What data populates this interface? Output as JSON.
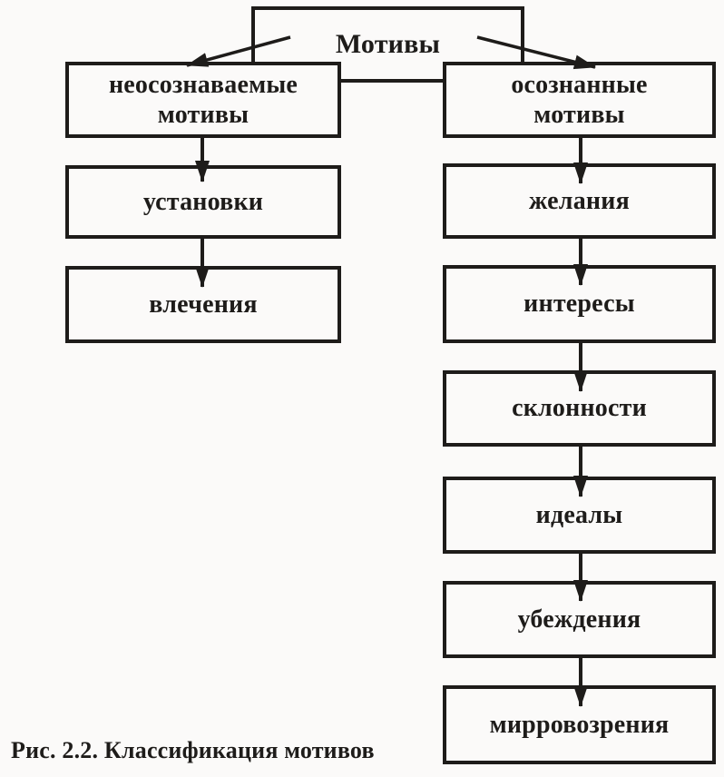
{
  "colors": {
    "ink": "#1e1c1a",
    "paper": "#fbfaf9"
  },
  "root": {
    "label": "Мотивы"
  },
  "left_branch": {
    "head": "неосознаваемые\nмотивы",
    "items": [
      "установки",
      "влечения"
    ]
  },
  "right_branch": {
    "head": "осознанные\nмотивы",
    "items": [
      "желания",
      "интересы",
      "склонности",
      "идеалы",
      "убеждения",
      "мирровозрения"
    ]
  },
  "caption": {
    "text": "Рис. 2.2. Классификация мотивов"
  }
}
